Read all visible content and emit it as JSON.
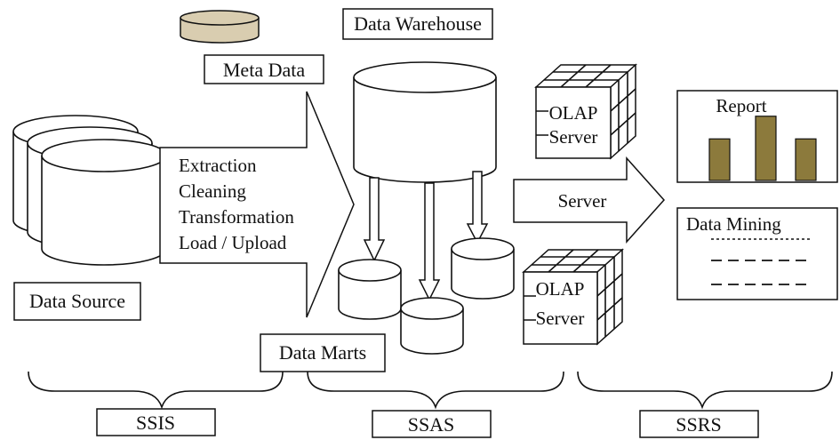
{
  "labels": {
    "meta_data": "Meta Data",
    "data_warehouse": "Data Warehouse",
    "data_source": "Data Source",
    "data_marts": "Data Marts",
    "process_steps": [
      "Extraction",
      "Cleaning",
      "Transformation",
      "Load / Upload"
    ],
    "olap_server_line1": "OLAP",
    "olap_server_line2": "Server",
    "server": "Server",
    "report": "Report",
    "data_mining": "Data Mining",
    "ssis": "SSIS",
    "ssas": "SSAS",
    "ssrs": "SSRS"
  },
  "colors": {
    "meta_cylinder": "#d9cdb0",
    "report_bars": "#8c7a3c",
    "stroke": "#111111"
  },
  "report_bar_levels": [
    0.55,
    0.85,
    0.55
  ]
}
